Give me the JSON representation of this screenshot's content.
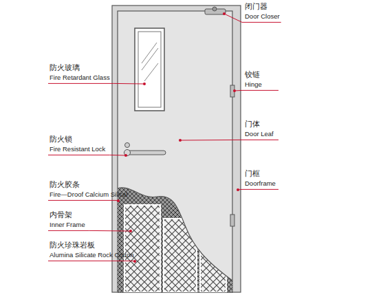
{
  "diagram": {
    "labels": [
      "闭门器",
      "Door Closer",
      "防火玻璃",
      "Fire Retardant Glass",
      "铰链",
      "Hinge",
      "门体",
      "Door Leaf",
      "防火锁",
      "Fire Resistant Lock",
      "门框",
      "Doorframe",
      "防火胶条",
      "Fire—Droof Calcium Silical",
      "内骨架",
      "Inner Frame",
      "防火珍珠岩板",
      "Alumina Silicate Rock Cotton"
    ]
  }
}
